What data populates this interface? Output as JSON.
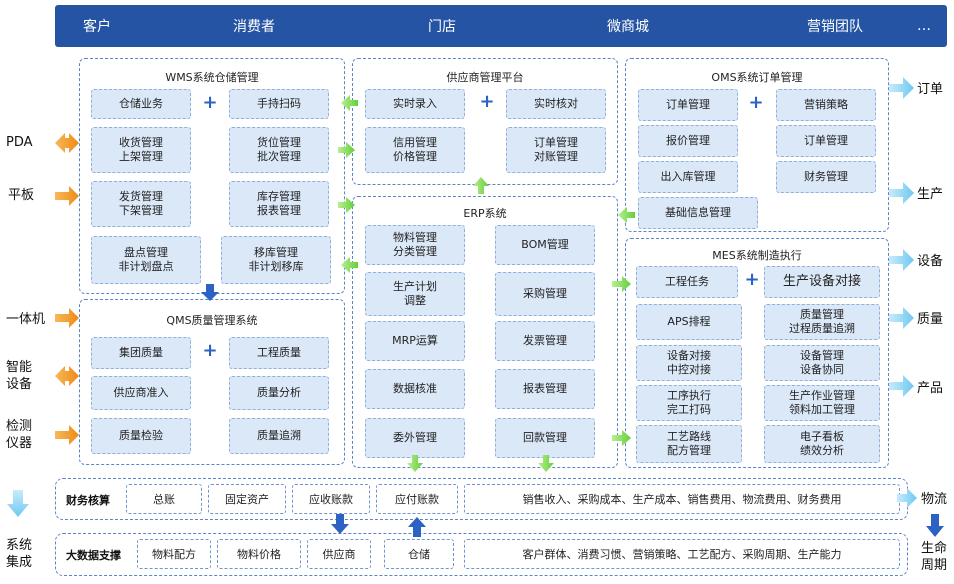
{
  "top_tabs": [
    "客户",
    "消费者",
    "门店",
    "微商城",
    "营销团队",
    "…"
  ],
  "wms": {
    "title": "WMS系统仓储管理",
    "items": [
      "仓储业务",
      "手持扫码",
      "收货管理\n上架管理",
      "货位管理\n批次管理",
      "发货管理\n下架管理",
      "库存管理\n报表管理",
      "盘点管理\n非计划盘点",
      "移库管理\n非计划移库"
    ]
  },
  "qms": {
    "title": "QMS质量管理系统",
    "items": [
      "集团质量",
      "工程质量",
      "供应商准入",
      "质量分析",
      "质量检验",
      "质量追溯"
    ]
  },
  "supplier": {
    "title": "供应商管理平台",
    "items": [
      "实时录入",
      "实时核对",
      "信用管理\n价格管理",
      "订单管理\n对账管理"
    ]
  },
  "erp": {
    "title": "ERP系统",
    "items": [
      "物料管理\n分类管理",
      "BOM管理",
      "生产计划\n调整",
      "采购管理",
      "MRP运算",
      "发票管理",
      "数据核准",
      "报表管理",
      "委外管理",
      "回款管理"
    ]
  },
  "oms": {
    "title": "OMS系统订单管理",
    "items": [
      "订单管理",
      "营销策略",
      "报价管理",
      "订单管理",
      "出入库管理",
      "财务管理",
      "基础信息管理"
    ]
  },
  "mes": {
    "title": "MES系统制造执行",
    "items": [
      "工程任务",
      "生产设备对接",
      "APS排程",
      "质量管理\n过程质量追溯",
      "设备对接\n中控对接",
      "设备管理\n设备协同",
      "工序执行\n完工打码",
      "生产作业管理\n领料加工管理",
      "工艺路线\n配方管理",
      "电子看板\n绩效分析"
    ]
  },
  "left_labels": [
    "PDA",
    "平板",
    "一体机",
    "智能\n设备",
    "检测\n仪器",
    "系统\n集成"
  ],
  "right_labels": [
    "订单",
    "生产",
    "设备",
    "质量",
    "产品",
    "物流",
    "生命\n周期"
  ],
  "finance": {
    "label": "财务核算",
    "items": [
      "总账",
      "固定资产",
      "应收账款",
      "应付账款"
    ],
    "summary": "销售收入、采购成本、生产成本、销售费用、物流费用、财务费用"
  },
  "bigdata": {
    "label": "大数据支撑",
    "items": [
      "物料配方",
      "物料价格",
      "供应商",
      "仓储"
    ],
    "summary": "客户群体、消费习惯、营销策略、工艺配方、采购周期、生产能力"
  },
  "colors": {
    "topbar": "#2554a5",
    "box": "#dbe8f8",
    "orange": "#f39423",
    "green": "#7ed957",
    "lightblue": "#8fd3f5",
    "blue": "#2b62c4"
  }
}
